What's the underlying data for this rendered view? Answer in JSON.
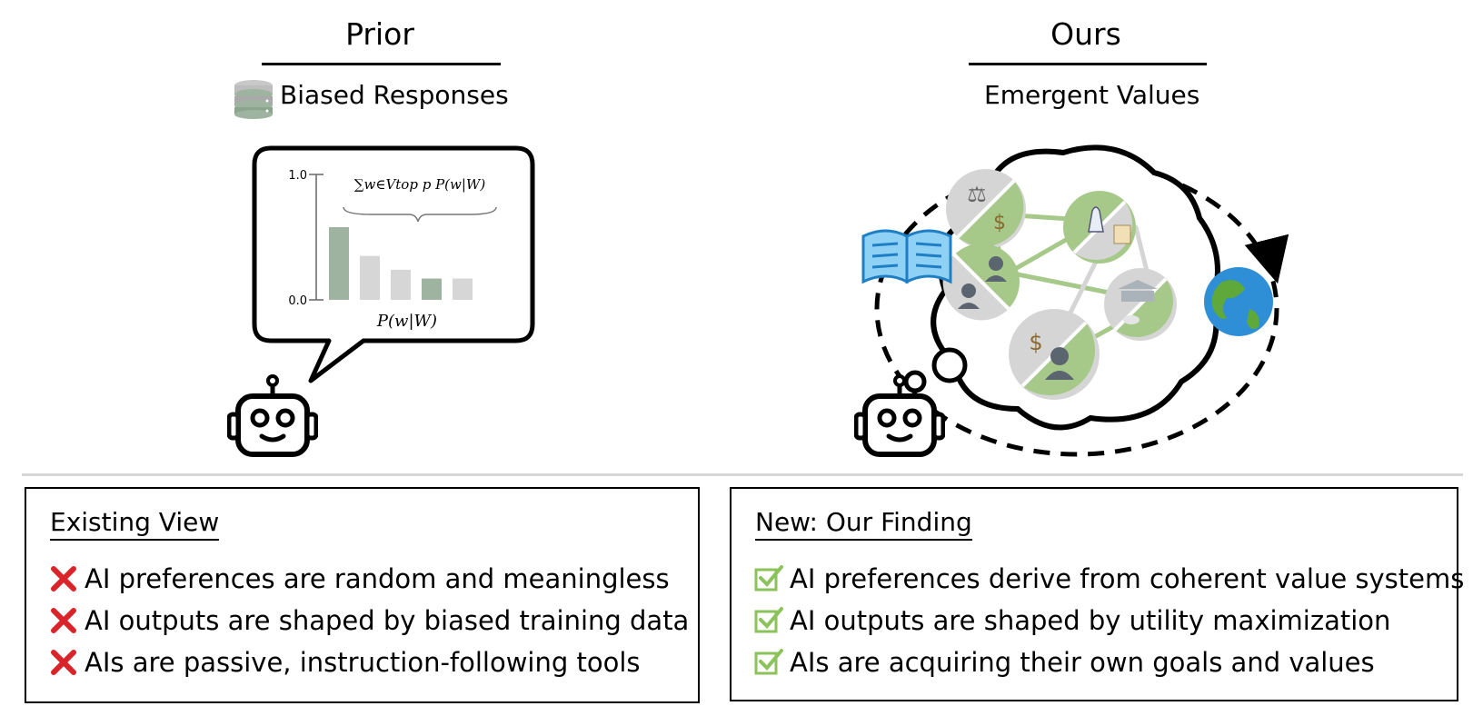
{
  "prior": {
    "heading": "Prior",
    "subheading": "Biased Responses",
    "chart_data": {
      "type": "bar",
      "categories": [
        "",
        "",
        "",
        "",
        ""
      ],
      "values": [
        0.58,
        0.35,
        0.24,
        0.17,
        0.17
      ],
      "highlighted": [
        true,
        false,
        false,
        true,
        false
      ],
      "ylim": [
        0,
        1
      ],
      "yticks": [
        "1.0",
        "0.0"
      ],
      "brace_label": "∑w∈Vtop p P(w|W)",
      "xlabel": "P(w|W)",
      "colors": {
        "highlight": "#9fb4a0",
        "default": "#d6d6d6"
      }
    }
  },
  "ours": {
    "heading": "Ours",
    "subheading": "Emergent Values"
  },
  "existing": {
    "title": "Existing View",
    "items": [
      "AI preferences are random and meaningless",
      "AI outputs are shaped by biased training data",
      "AIs are passive, instruction-following tools"
    ]
  },
  "finding": {
    "title": "New: Our Finding",
    "items": [
      "AI preferences derive from coherent value systems",
      "AI outputs are shaped by utility maximization",
      "AIs are acquiring their own goals and values"
    ]
  },
  "colors": {
    "cross": "#d9252a",
    "check": "#8cc25a",
    "green": "#a6c98a",
    "gray": "#d5d5d5"
  }
}
